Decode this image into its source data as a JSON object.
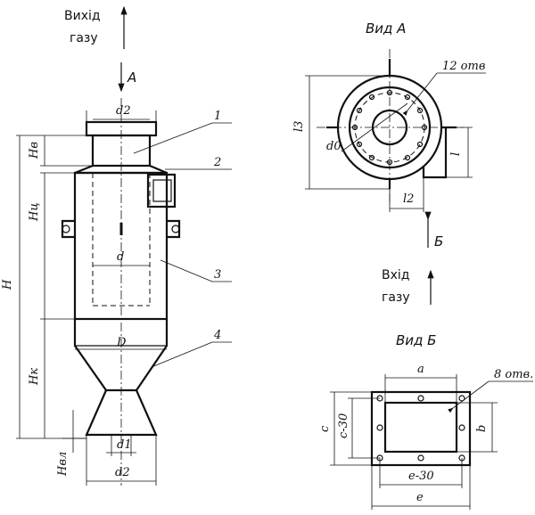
{
  "labels": {
    "gas_out": [
      "Вихід",
      "газу"
    ],
    "gas_in": [
      "Вхід",
      "газу"
    ],
    "arrow_a": "А",
    "arrow_b": "Б",
    "view_a": "Вид А",
    "view_b": "Вид Б",
    "holes_12": "12 отв",
    "holes_8": "8 отв.",
    "parts": [
      "1",
      "2",
      "3",
      "4"
    ]
  },
  "dimensions": {
    "d2": "d2",
    "d": "d",
    "D": "D",
    "d1": "d1",
    "H": "H",
    "Hv": "Нв",
    "Hc": "Нц",
    "Hk": "Нк",
    "Hvl": "Нвл",
    "l": "l",
    "l2": "l2",
    "l3": "l3",
    "d0": "d0",
    "a": "а",
    "b": "b",
    "c": "с",
    "c30": "с-30",
    "e": "е",
    "e30": "е-30"
  }
}
